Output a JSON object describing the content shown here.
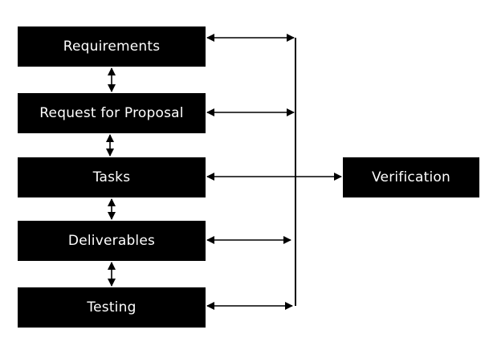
{
  "diagram": {
    "stages": [
      {
        "label": "Requirements"
      },
      {
        "label": "Request for Proposal"
      },
      {
        "label": "Tasks"
      },
      {
        "label": "Deliverables"
      },
      {
        "label": "Testing"
      }
    ],
    "verification": {
      "label": "Verification"
    },
    "colors": {
      "box_fill": "#000000",
      "box_text": "#ffffff",
      "connector": "#000000",
      "background": "#ffffff"
    }
  }
}
